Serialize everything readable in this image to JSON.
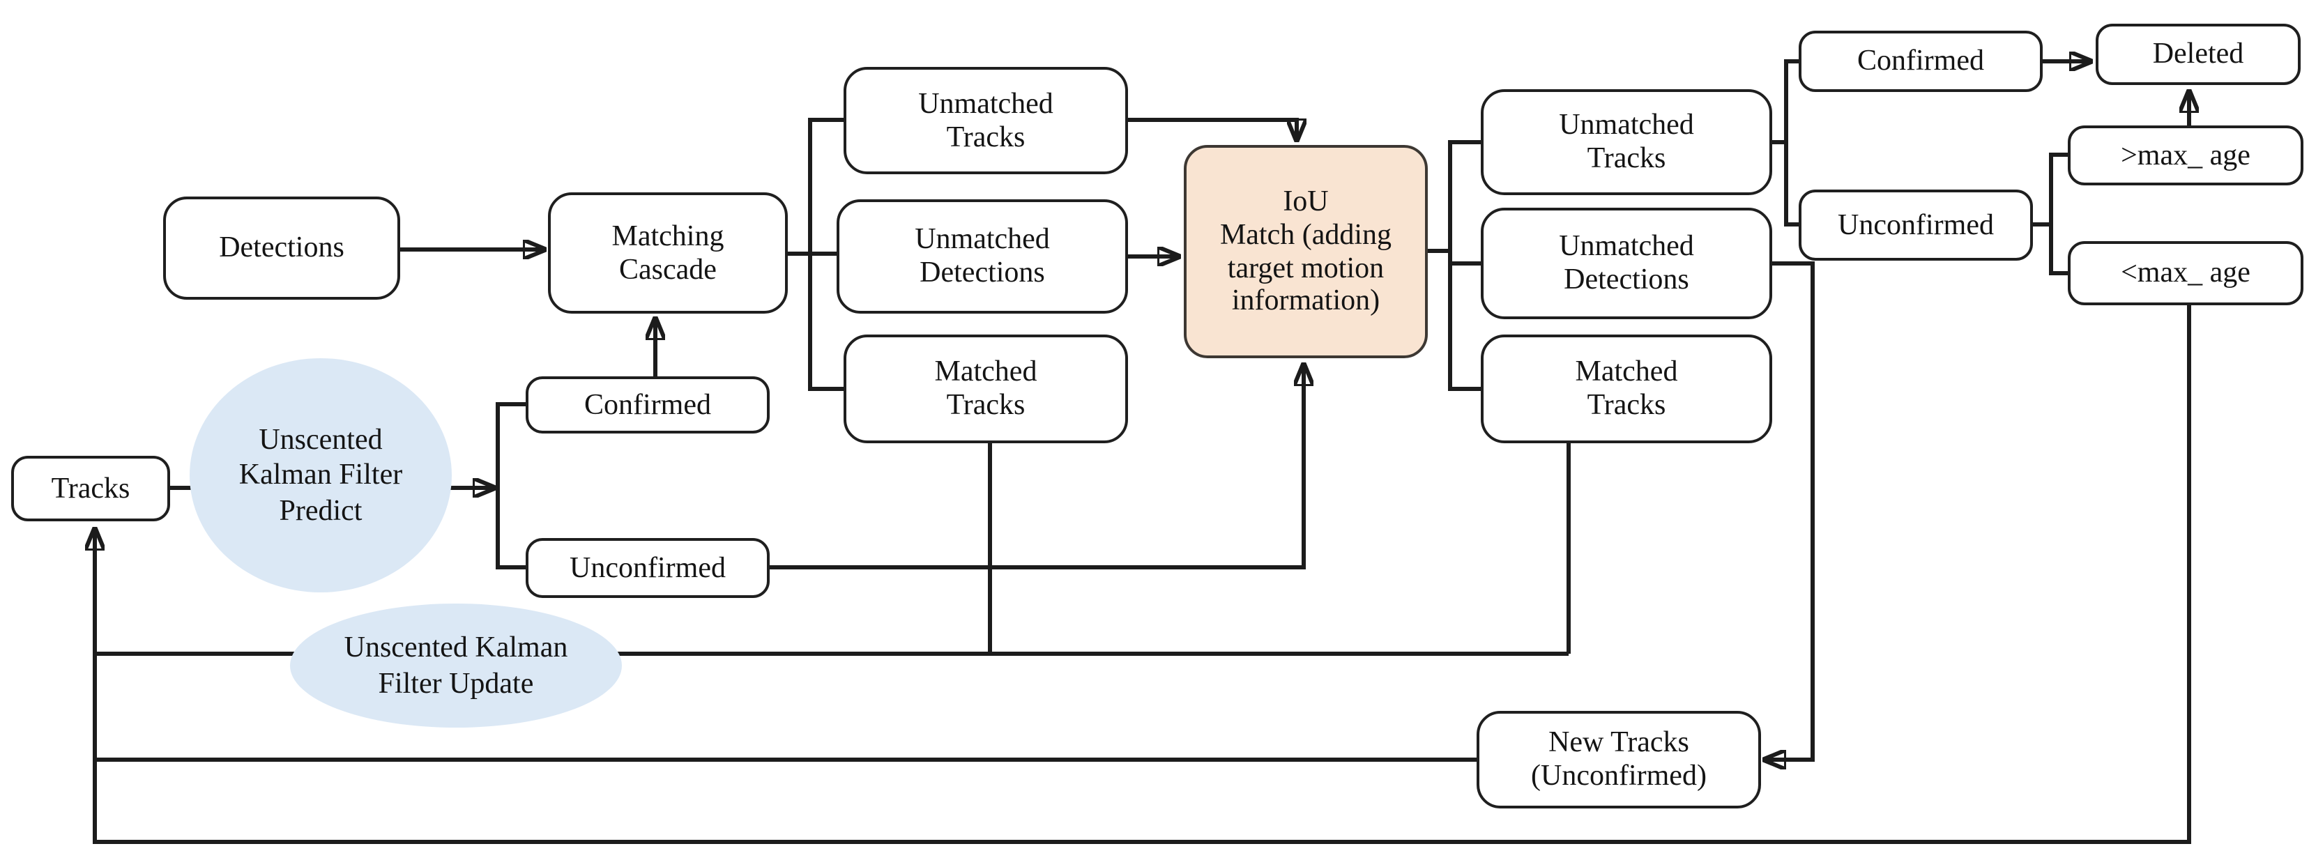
{
  "figure": {
    "type": "flowchart"
  },
  "colors": {
    "line": "#1c1c1c",
    "box_border": "#1f1f1f",
    "iou_fill": "#f9e4d2",
    "iou_border": "#3d3833",
    "ellipse_fill": "#dbe8f5",
    "text": "#141414",
    "background": "#ffffff"
  },
  "nodes": {
    "tracks": "Tracks",
    "ukf_predict": "Unscented\nKalman Filter\nPredict",
    "detections": "Detections",
    "matching_cascade": "Matching\nCascade",
    "confirmed_left": "Confirmed",
    "unconfirmed_left": "Unconfirmed",
    "unmatched_tracks_1": "Unmatched\nTracks",
    "unmatched_detections_1": "Unmatched\nDetections",
    "matched_tracks_1": "Matched\nTracks",
    "iou_match": "IoU\nMatch (adding\ntarget motion\ninformation)",
    "unmatched_tracks_2": "Unmatched\nTracks",
    "unmatched_detections_2": "Unmatched\nDetections",
    "matched_tracks_2": "Matched\nTracks",
    "confirmed_right": "Confirmed",
    "unconfirmed_right": "Unconfirmed",
    "deleted": "Deleted",
    "gt_max_age": ">max_ age",
    "lt_max_age": "<max_ age",
    "ukf_update": "Unscented Kalman\nFilter Update",
    "new_tracks": "New Tracks\n(Unconfirmed)"
  }
}
